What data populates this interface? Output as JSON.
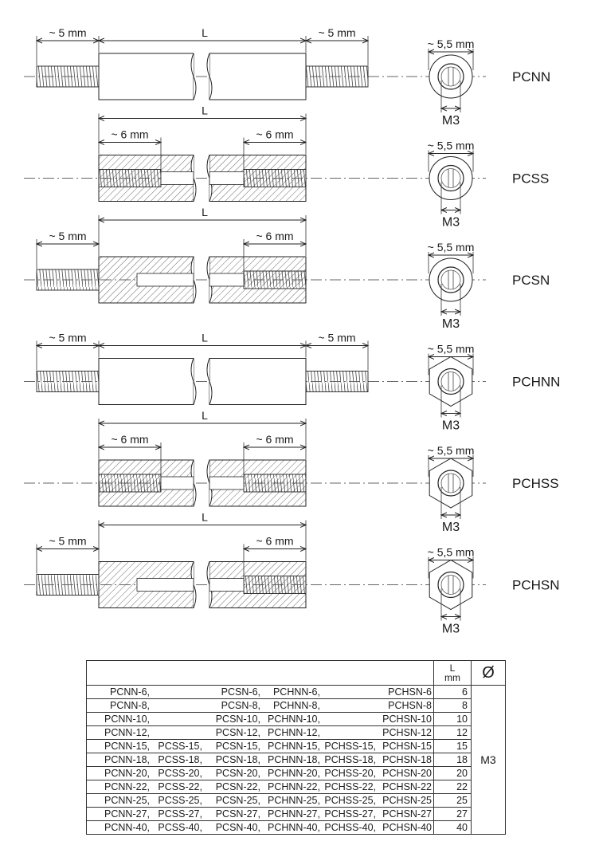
{
  "dims": {
    "length": "L",
    "thread_5": "~ 5 mm",
    "thread_6": "~ 6 mm",
    "diameter": "~ 5,5 mm",
    "thread_size": "M3"
  },
  "variants": [
    {
      "code": "PCNN",
      "left": "male",
      "right": "male",
      "shape": "round"
    },
    {
      "code": "PCSS",
      "left": "female",
      "right": "female",
      "shape": "round"
    },
    {
      "code": "PCSN",
      "left": "male",
      "right": "female",
      "shape": "round"
    },
    {
      "code": "PCHNN",
      "left": "male",
      "right": "male",
      "shape": "hex"
    },
    {
      "code": "PCHSS",
      "left": "female",
      "right": "female",
      "shape": "hex"
    },
    {
      "code": "PCHSN",
      "left": "male",
      "right": "female",
      "shape": "hex"
    }
  ],
  "table": {
    "head_l_top": "L",
    "head_l_bottom": "mm",
    "head_diameter": "Ø",
    "diameter_value": "M3",
    "rows": [
      {
        "names": [
          "PCNN-6,",
          "",
          "PCSN-6,",
          "PCHNN-6,",
          "",
          "PCHSN-6"
        ],
        "l": "6"
      },
      {
        "names": [
          "PCNN-8,",
          "",
          "PCSN-8,",
          "PCHNN-8,",
          "",
          "PCHSN-8"
        ],
        "l": "8"
      },
      {
        "names": [
          "PCNN-10,",
          "",
          "PCSN-10,",
          "PCHNN-10,",
          "",
          "PCHSN-10"
        ],
        "l": "10"
      },
      {
        "names": [
          "PCNN-12,",
          "",
          "PCSN-12,",
          "PCHNN-12,",
          "",
          "PCHSN-12"
        ],
        "l": "12"
      },
      {
        "names": [
          "PCNN-15,",
          "PCSS-15,",
          "PCSN-15,",
          "PCHNN-15,",
          "PCHSS-15,",
          "PCHSN-15"
        ],
        "l": "15"
      },
      {
        "names": [
          "PCNN-18,",
          "PCSS-18,",
          "PCSN-18,",
          "PCHNN-18,",
          "PCHSS-18,",
          "PCHSN-18"
        ],
        "l": "18"
      },
      {
        "names": [
          "PCNN-20,",
          "PCSS-20,",
          "PCSN-20,",
          "PCHNN-20,",
          "PCHSS-20,",
          "PCHSN-20"
        ],
        "l": "20"
      },
      {
        "names": [
          "PCNN-22,",
          "PCSS-22,",
          "PCSN-22,",
          "PCHNN-22,",
          "PCHSS-22,",
          "PCHSN-22"
        ],
        "l": "22"
      },
      {
        "names": [
          "PCNN-25,",
          "PCSS-25,",
          "PCSN-25,",
          "PCHNN-25,",
          "PCHSS-25,",
          "PCHSN-25"
        ],
        "l": "25"
      },
      {
        "names": [
          "PCNN-27,",
          "PCSS-27,",
          "PCSN-27,",
          "PCHNN-27,",
          "PCHSS-27,",
          "PCHSN-27"
        ],
        "l": "27"
      },
      {
        "names": [
          "PCNN-40,",
          "PCSS-40,",
          "PCSN-40,",
          "PCHNN-40,",
          "PCHSS-40,",
          "PCHSN-40"
        ],
        "l": "40"
      }
    ]
  }
}
